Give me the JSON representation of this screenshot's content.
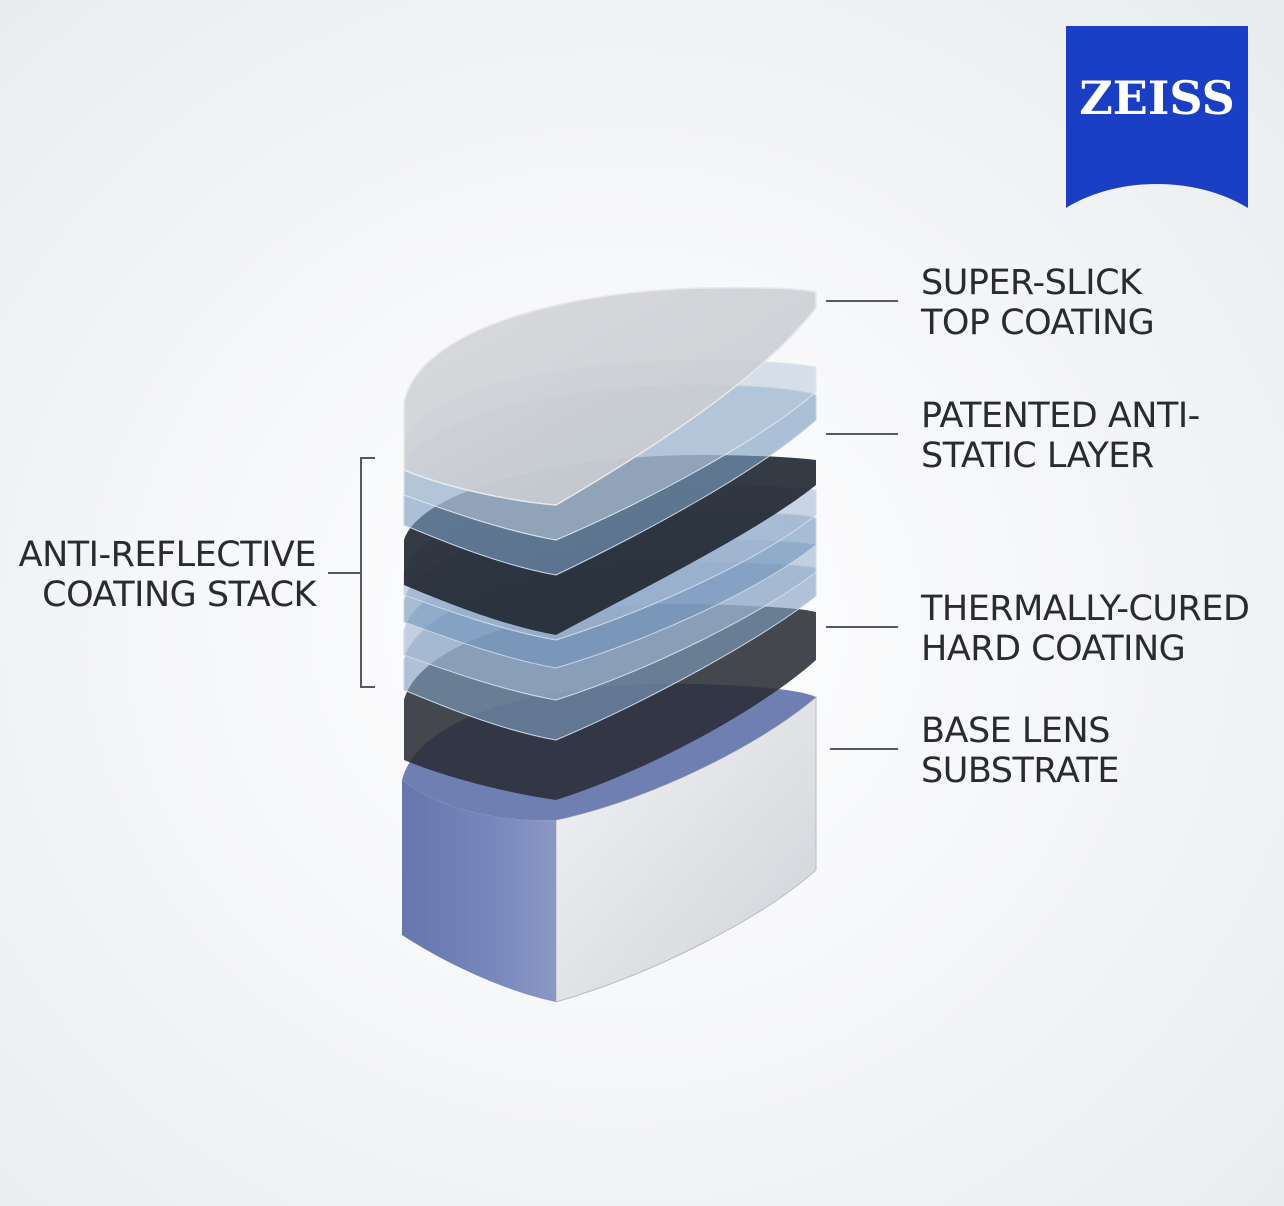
{
  "logo": {
    "text": "ZEISS",
    "color": "#1a3fc4"
  },
  "colors": {
    "top_coating": "#cfd1d5",
    "antistatic": "#2b2f37",
    "ar_light": "#a9bdd6",
    "ar_mid": "#7fa0c2",
    "hard_coating": "#3a3c40",
    "substrate_front": "#6f7fb2",
    "substrate_side": "#e4e5e8"
  },
  "labels": {
    "top_coating": {
      "line1": "SUPER-SLICK",
      "line2": "TOP COATING"
    },
    "antistatic": {
      "line1": "PATENTED ANTI-",
      "line2": "STATIC LAYER"
    },
    "hard_coating": {
      "line1": "THERMALLY-CURED",
      "line2": "HARD COATING"
    },
    "substrate": {
      "line1": "BASE LENS",
      "line2": "SUBSTRATE"
    },
    "ar_stack": {
      "line1": "ANTI-REFLECTIVE",
      "line2": "COATING STACK"
    }
  }
}
